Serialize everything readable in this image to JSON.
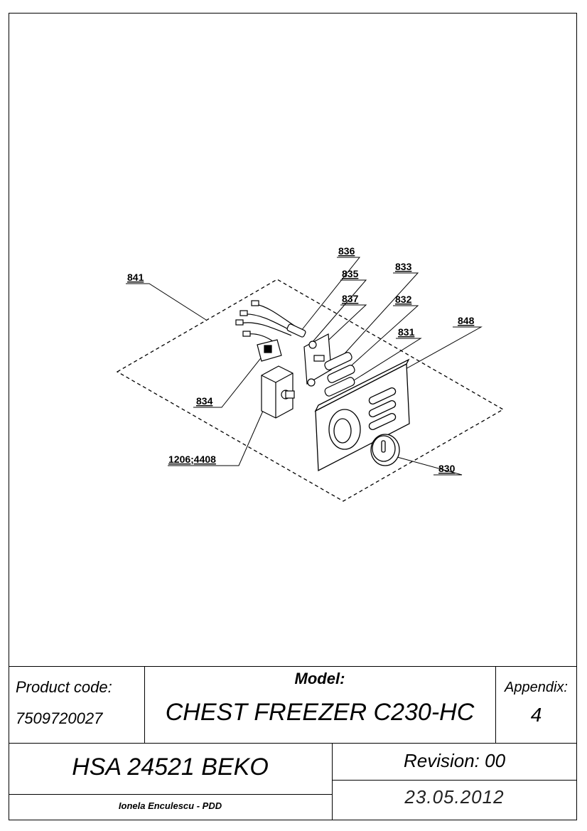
{
  "diagram": {
    "callouts": {
      "c836": "836",
      "c835": "835",
      "c837": "837",
      "c833": "833",
      "c832": "832",
      "c831": "831",
      "c848": "848",
      "c841": "841",
      "c834": "834",
      "c1206": "1206;4408",
      "c830": "830"
    }
  },
  "title_block": {
    "product_code_label": "Product code:",
    "product_code_value": "7509720027",
    "model_label": "Model:",
    "model_value": "CHEST FREEZER C230-HC",
    "appendix_label": "Appendix:",
    "appendix_value": "4",
    "product_name": "HSA 24521 BEKO",
    "revision": "Revision: 00",
    "author": "Ionela Enculescu - PDD",
    "date": "23.05.2012"
  }
}
